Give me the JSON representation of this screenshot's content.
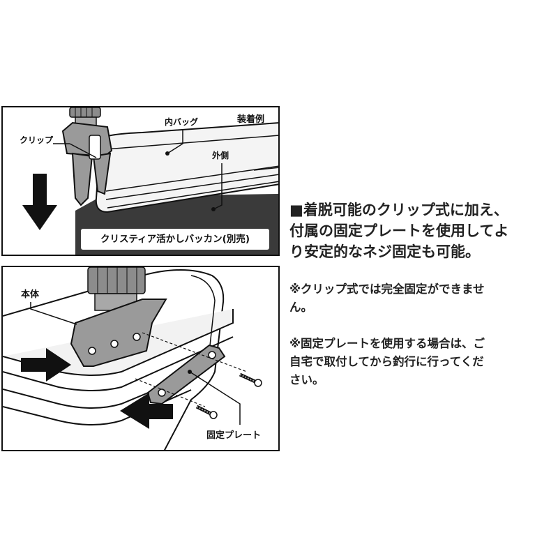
{
  "top_panel": {
    "title": "装着例",
    "clip_label": "クリップ",
    "inner_bag_label": "内バッグ",
    "outer_label": "外側",
    "caption": "クリスティア活かしバッカン(別売)"
  },
  "bottom_panel": {
    "body_label": "本体",
    "plate_label": "固定プレート"
  },
  "description": {
    "main_lines": [
      "■着脱可能のクリップ式に加え、",
      "付属の固定プレートを使用してよ",
      "り安定的なネジ固定も可能。"
    ],
    "note1_lines": [
      "※クリップ式では完全固定ができませ",
      "ん。"
    ],
    "note2_lines": [
      "※固定プレートを使用する場合は、ご",
      "自宅で取付してから釣行に行ってくだ",
      "さい。"
    ]
  },
  "colors": {
    "outline": "#111111",
    "part_gray": "#9a9a9a",
    "dark_fill": "#3a3a3a",
    "bag_fill": "#f2f2f2"
  }
}
